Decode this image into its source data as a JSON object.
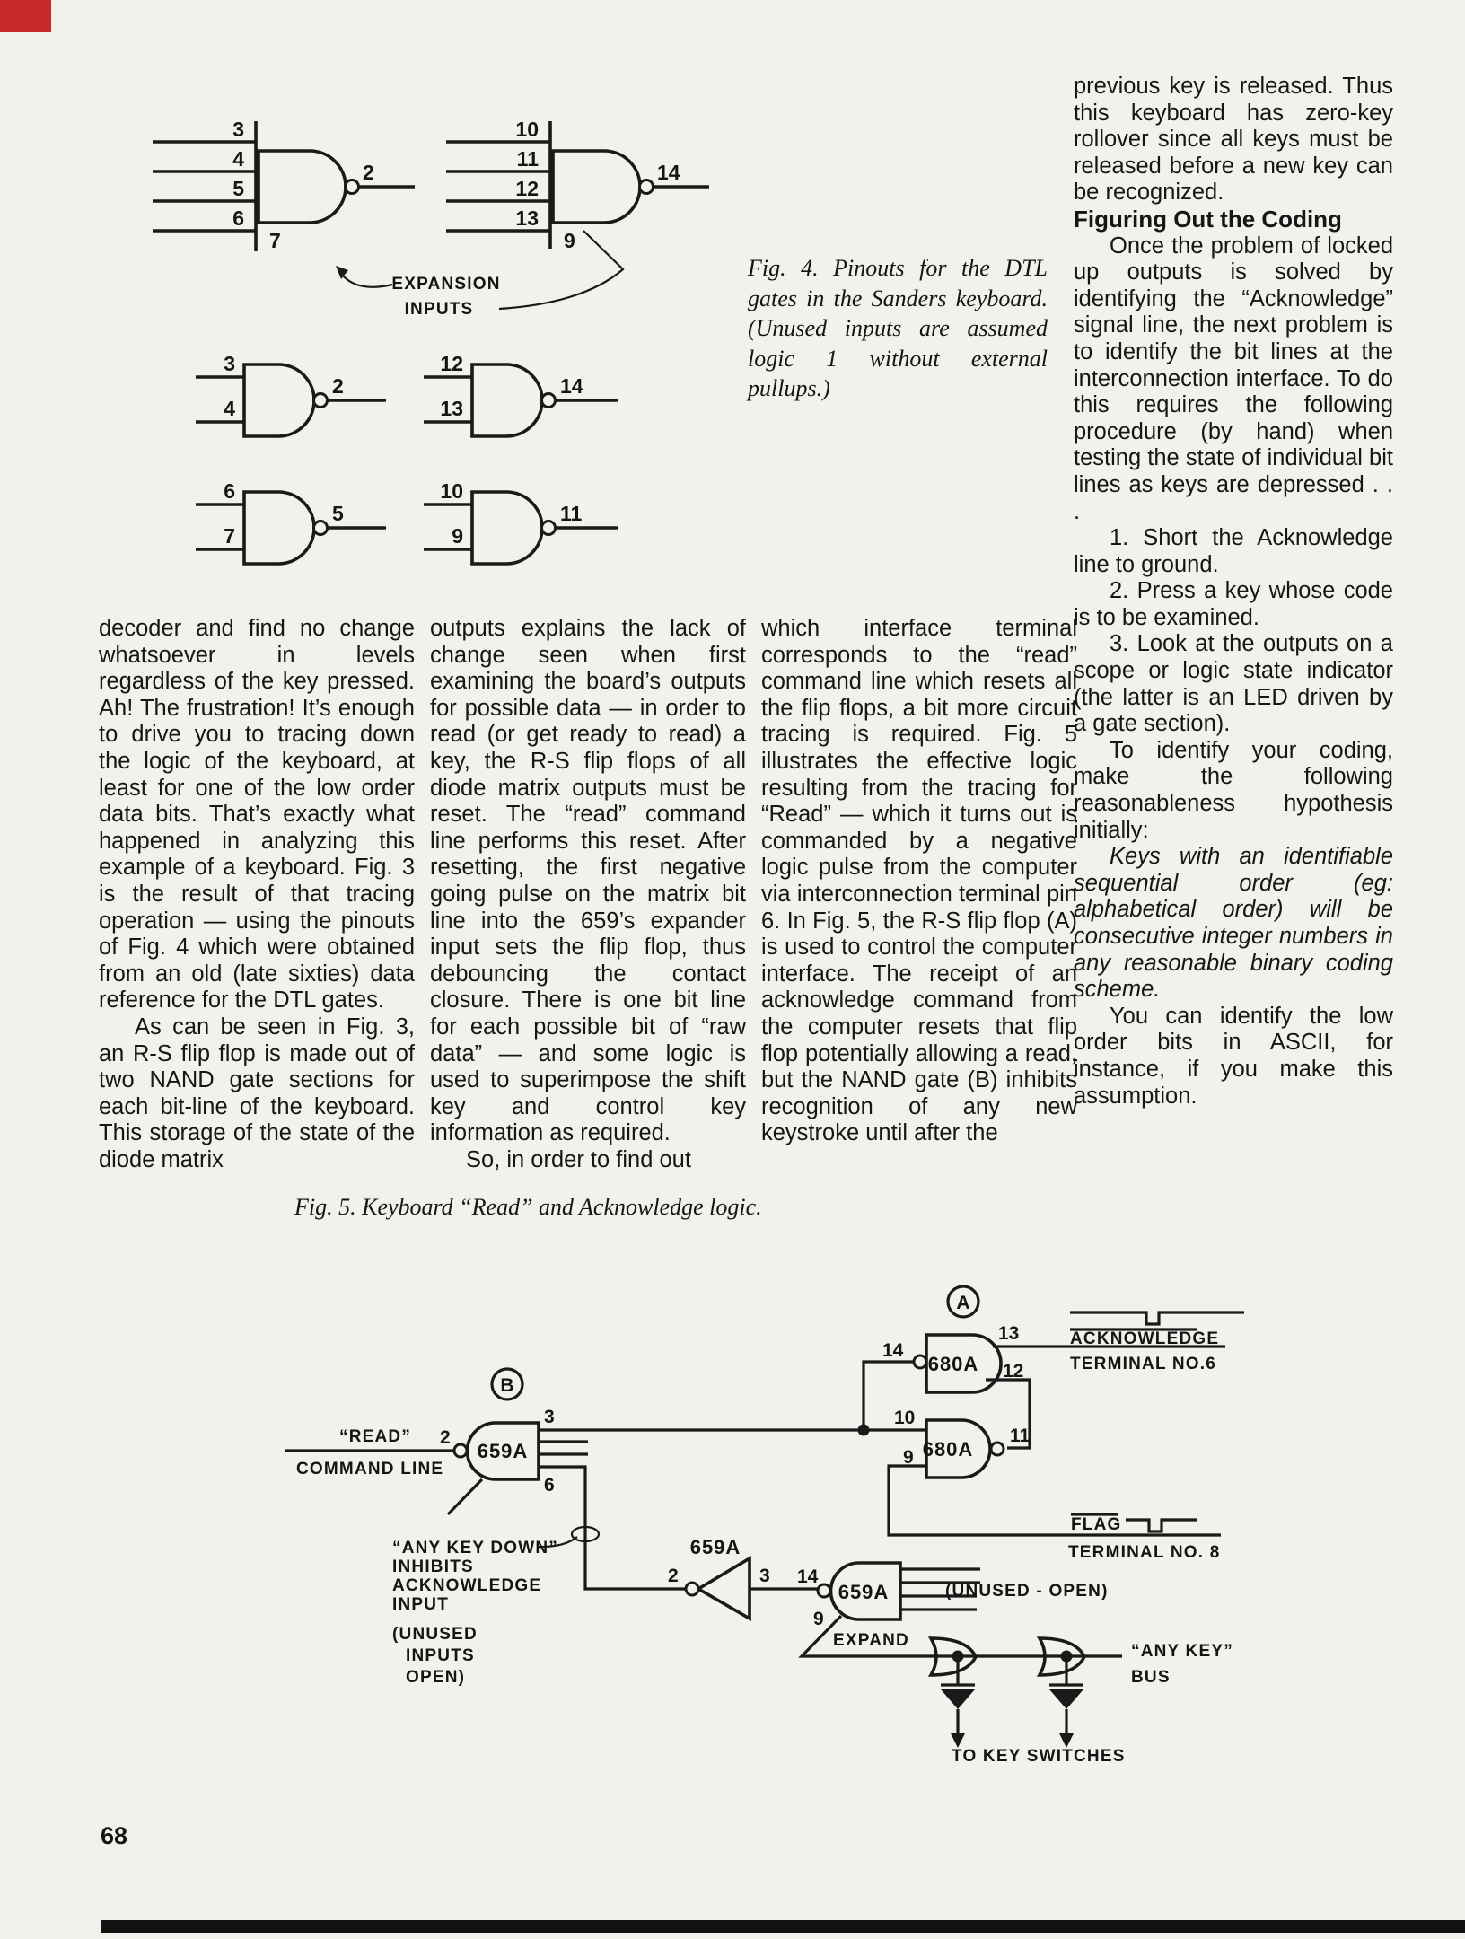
{
  "page": {
    "number": "68"
  },
  "columns": {
    "col1": {
      "p1": "decoder and find no change whatsoever in levels regardless of the key pressed. Ah! The frustration! It’s enough to drive you to tracing down the logic of the keyboard, at least for one of the low order data bits. That’s exactly what happened in analyzing this example of a keyboard. Fig. 3 is the result of that tracing operation — using the pinouts of Fig. 4 which were obtained from an old (late sixties) data reference for the DTL gates.",
      "p2": "As can be seen in Fig. 3, an R-S flip flop is made out of two NAND gate sections for each bit-line of the keyboard. This storage of the state of the diode matrix"
    },
    "col2": {
      "p1": "outputs explains the lack of change seen when first examining the board’s outputs for possible data — in order to read (or get ready to read) a key, the R-S flip flops of all diode matrix outputs must be reset. The “read” command line performs this reset. After resetting, the first negative going pulse on the matrix bit line into the 659’s expander input sets the flip flop, thus debouncing the contact closure. There is one bit line for each possible bit of “raw data” — and some logic is used to superimpose the shift key and control key information as required.",
      "p2": "So, in order to find out"
    },
    "col3": {
      "p1": "which interface terminal corresponds to the “read” command line which resets all the flip flops, a bit more circuit tracing is required. Fig. 5 illustrates the effective logic resulting from the tracing for “Read” — which it turns out is commanded by a negative logic pulse from the computer via interconnection terminal pin 6. In Fig. 5, the R-S flip flop (A) is used to control the computer interface. The receipt of an acknowledge command from the computer resets that flip flop potentially allowing a read, but the NAND gate (B) inhibits recognition of any new keystroke until after the"
    },
    "col4": {
      "p1": "previous key is released. Thus this keyboard has zero-key rollover since all keys must be released before a new key can be recognized.",
      "heading": "Figuring Out the Coding",
      "p2": "Once the problem of locked up outputs is solved by identifying the “Acknowledge” signal line, the next problem is to identify the bit lines at the interconnection interface. To do this requires the following procedure (by hand) when testing the state of individual bit lines as keys are depressed . . .",
      "item1": "1. Short the Acknowledge line to ground.",
      "item2": "2. Press a key whose code is to be examined.",
      "item3": "3. Look at the outputs on a scope or logic state indicator (the latter is an LED driven by a gate section).",
      "p3": "To identify your coding, make the following reasonableness hypothesis initially:",
      "p4_italic": "Keys with an identifiable sequential order (eg: alphabetical order) will be consecutive integer numbers in any reasonable binary coding scheme.",
      "p5": "You can identify the low order bits in ASCII, for instance, if you make this assumption."
    }
  },
  "fig4": {
    "caption": "Fig. 4. Pinouts for the DTL gates in the Sanders keyboard. (Unused inputs are assumed logic 1 without external pullups.)",
    "expansion_line1": "EXPANSION",
    "expansion_line2": "INPUTS",
    "gate1": {
      "in": [
        "3",
        "4",
        "5",
        "6"
      ],
      "exp": "7",
      "out": "2"
    },
    "gate2": {
      "in": [
        "10",
        "11",
        "12",
        "13"
      ],
      "exp": "9",
      "out": "14"
    },
    "gate3": {
      "in": [
        "3",
        "4"
      ],
      "out": "2"
    },
    "gate4": {
      "in": [
        "12",
        "13"
      ],
      "out": "14"
    },
    "gate5": {
      "in": [
        "6",
        "7"
      ],
      "out": "5"
    },
    "gate6": {
      "in": [
        "10",
        "9"
      ],
      "out": "11"
    }
  },
  "fig5": {
    "caption": "Fig. 5. Keyboard “Read” and Acknowledge logic.",
    "tagA": "A",
    "tagB": "B",
    "chip_680a": "680A",
    "chip_659a": "659A",
    "read_label": "“READ”",
    "command_line": "COMMAND LINE",
    "acknowledge": "ACKNOWLEDGE",
    "terminal6": "TERMINAL NO.6",
    "flag": "FLAG",
    "terminal8": "TERMINAL NO. 8",
    "unused_open": "(UNUSED - OPEN)",
    "unused1": "(UNUSED",
    "unused2": "INPUTS",
    "unused3": "OPEN)",
    "akd1": "“ANY KEY DOWN”",
    "akd2": "INHIBITS",
    "akd3": "ACKNOWLEDGE",
    "akd4": "INPUT",
    "expand": "EXPAND",
    "anykey1": "“ANY KEY”",
    "anykey2": "BUS",
    "to_key_switches": "TO KEY SWITCHES",
    "pins": {
      "b_out": "2",
      "b_in3": "3",
      "b_in6": "6",
      "a_in14": "14",
      "a_out13": "13",
      "a_in12": "12",
      "a2_in10": "10",
      "a2_in9": "9",
      "a2_out11": "11",
      "inv_out2": "2",
      "inv_in3": "3",
      "g4_out14": "14",
      "g4_exp9": "9"
    }
  }
}
